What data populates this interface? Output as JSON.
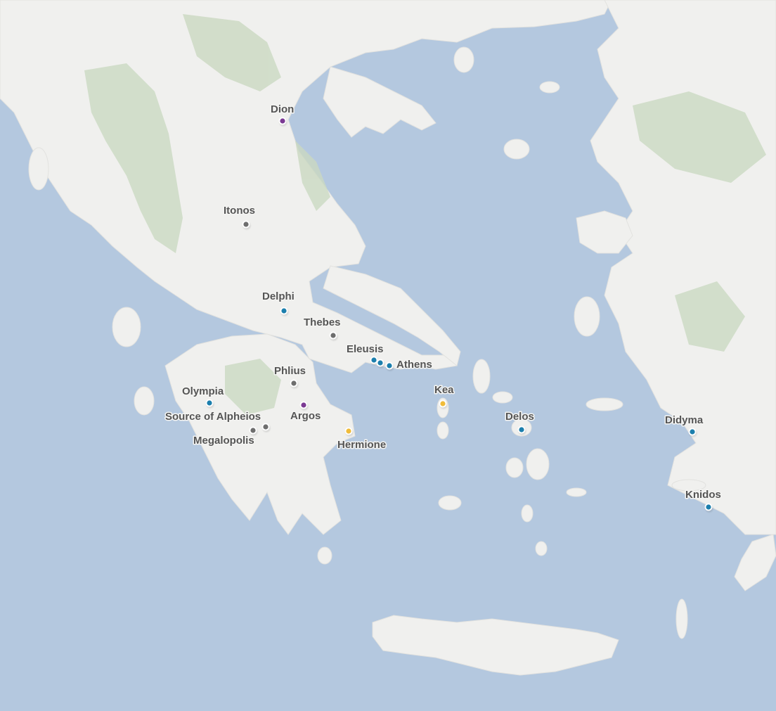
{
  "map": {
    "colors": {
      "sea": "#b4c8df",
      "land": "#f0f0ee",
      "forest": "#cbd9c2",
      "label": "#555555"
    },
    "sites": [
      {
        "id": "dion",
        "label": "Dion",
        "category": "purple"
      },
      {
        "id": "itonos",
        "label": "Itonos",
        "category": "gray"
      },
      {
        "id": "delphi",
        "label": "Delphi",
        "category": "blue"
      },
      {
        "id": "thebes",
        "label": "Thebes",
        "category": "gray"
      },
      {
        "id": "eleusis",
        "label": "Eleusis",
        "category": "blue"
      },
      {
        "id": "eleusis-2",
        "label": "",
        "category": "blue"
      },
      {
        "id": "athens",
        "label": "Athens",
        "category": "blue"
      },
      {
        "id": "phlius",
        "label": "Phlius",
        "category": "gray"
      },
      {
        "id": "olympia",
        "label": "Olympia",
        "category": "blue"
      },
      {
        "id": "argos",
        "label": "Argos",
        "category": "purple"
      },
      {
        "id": "source-of-alpheios",
        "label": "Source of Alpheios",
        "category": "gray"
      },
      {
        "id": "megalopolis",
        "label": "Megalopolis",
        "category": "gray"
      },
      {
        "id": "hermione",
        "label": "Hermione",
        "category": "yellow"
      },
      {
        "id": "kea",
        "label": "Kea",
        "category": "yellow"
      },
      {
        "id": "delos",
        "label": "Delos",
        "category": "blue"
      },
      {
        "id": "didyma",
        "label": "Didyma",
        "category": "blue"
      },
      {
        "id": "knidos",
        "label": "Knidos",
        "category": "blue"
      }
    ],
    "category_colors": {
      "purple": "#7b3a93",
      "gray": "#6e6e6e",
      "blue": "#1c7fad",
      "yellow": "#f0bc3a"
    }
  }
}
